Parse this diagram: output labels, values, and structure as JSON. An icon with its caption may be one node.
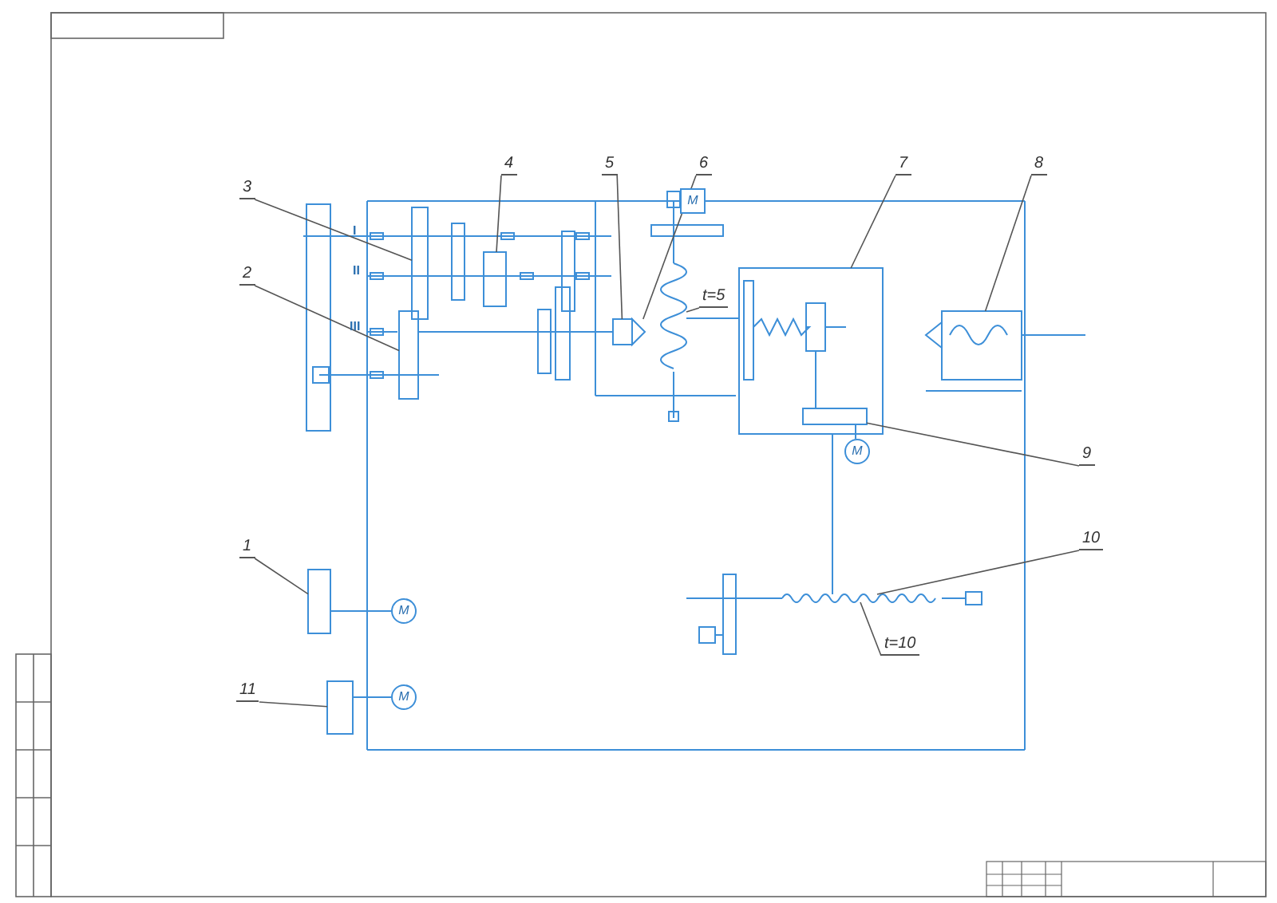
{
  "diagram": {
    "nodes": [
      {
        "text": [
          "3"
        ]
      },
      {
        "text": [],
        "shape": "box"
      },
      {
        "text": [
          "4"
        ]
      },
      {
        "text": [],
        "shape": "box"
      },
      {
        "text": [
          "5"
        ]
      },
      {
        "text": [],
        "shape": "box"
      },
      {
        "text": [
          "6"
        ]
      },
      {
        "text": [],
        "shape": "triangle"
      },
      {
        "text": [
          "7"
        ]
      },
      {
        "text": [],
        "shape": "box"
      },
      {
        "text": [
          "8"
        ]
      },
      {
        "text": [],
        "shape": "picture"
      },
      {
        "text": [
          "2"
        ]
      },
      {
        "text": [],
        "shape": "box"
      },
      {
        "text": [
          "t=5"
        ]
      },
      {
        "text": [],
        "shape": "screw"
      },
      {
        "text": [
          "9"
        ]
      },
      {
        "text": [],
        "shape": "box",
        "in": 9
      },
      {
        "text": [
          "1"
        ]
      },
      {
        "text": [],
        "shape": "box"
      },
      {
        "text": [
          "10"
        ]
      },
      {
        "text": [],
        "shape": "screw"
      },
      {
        "text": [
          "t=10"
        ]
      },
      {
        "text": [
          "11"
        ]
      },
      {
        "text": [],
        "shape": "box"
      },
      {
        "text": [
          "M"
        ]
      },
      {
        "text": [
          "M"
        ]
      },
      {
        "text": [
          "M"
        ]
      },
      {
        "text": [
          "M"
        ]
      }
    ],
    "edges": [
      {
        "from": 0,
        "to": 1,
        "arrow": "none"
      },
      {
        "from": 2,
        "to": 3,
        "arrow": "none"
      },
      {
        "from": 4,
        "to": 5,
        "arrow": "none"
      },
      {
        "from": 6,
        "to": 7,
        "arrow": "none"
      },
      {
        "from": 8,
        "to": 9,
        "arrow": "none"
      },
      {
        "from": 10,
        "to": 11,
        "arrow": "none"
      },
      {
        "from": 12,
        "to": 13,
        "arrow": "none"
      },
      {
        "from": 14,
        "to": 15,
        "arrow": "none"
      },
      {
        "from": 16,
        "to": 17,
        "arrow": "none"
      },
      {
        "from": 18,
        "to": 19,
        "arrow": "none"
      },
      {
        "from": 20,
        "to": 21,
        "arrow": "none"
      },
      {
        "from": 22,
        "to": 21,
        "arrow": "none"
      },
      {
        "from": 23,
        "to": 24,
        "arrow": "none"
      },
      {
        "from": 26,
        "to": 17,
        "arrow": "none",
        "color": "#3d8fd8"
      },
      {
        "from": 27,
        "to": 19,
        "arrow": "none",
        "color": "#3d8fd8"
      },
      {
        "from": 28,
        "to": 24,
        "arrow": "none",
        "color": "#3d8fd8"
      },
      {
        "from": 13,
        "to": 5,
        "arrow": "none",
        "color": "#3d8fd8"
      },
      {
        "from": 15,
        "to": 9,
        "arrow": "none",
        "color": "#3d8fd8"
      },
      {
        "from": 9,
        "to": 21,
        "arrow": "none",
        "color": "#3d8fd8"
      }
    ],
    "labels": [
      "I",
      "II",
      "III"
    ]
  }
}
